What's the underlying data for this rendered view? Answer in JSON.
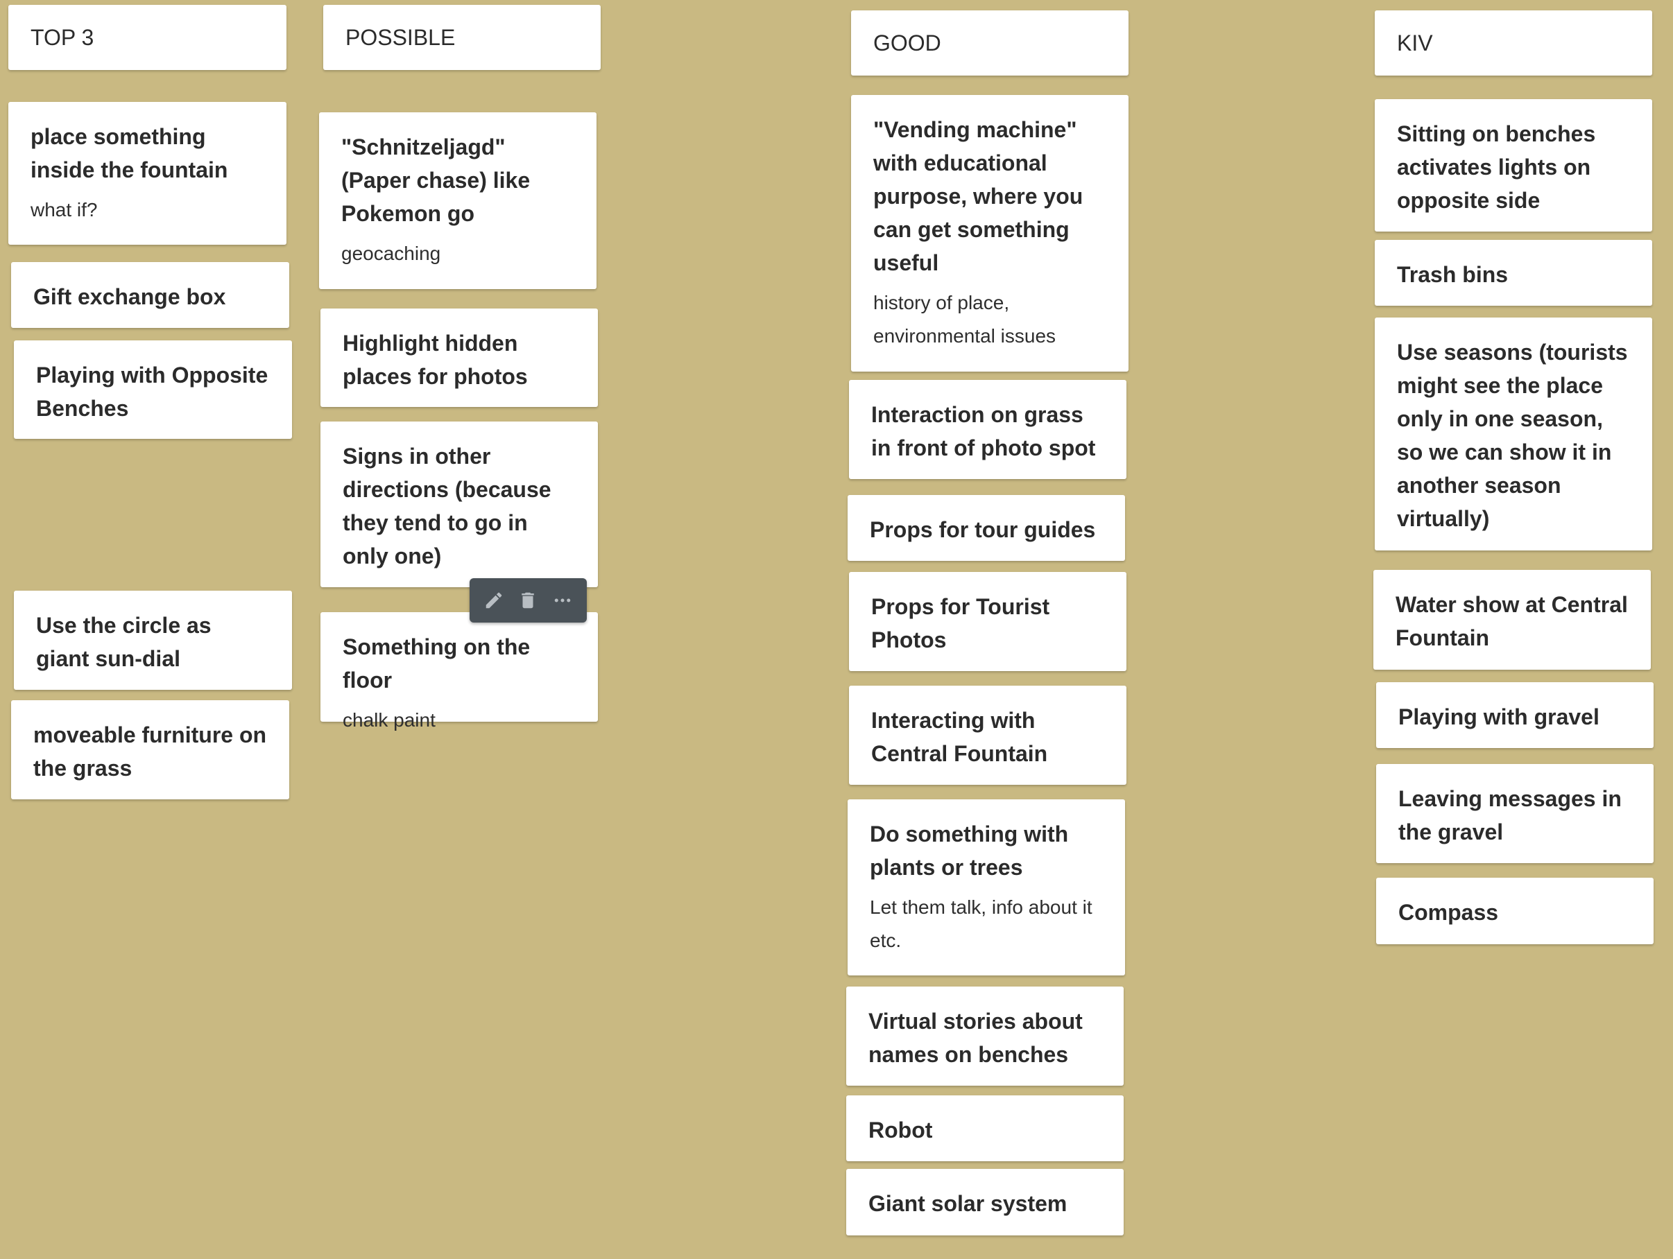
{
  "columns": [
    {
      "header": "TOP 3",
      "cards": [
        {
          "title": "place something inside the fountain",
          "note": "what if?"
        },
        {
          "title": "Gift exchange box",
          "note": ""
        },
        {
          "title": "Playing with Opposite Benches",
          "note": ""
        },
        {
          "title": "Use the circle as giant sun-dial",
          "note": ""
        },
        {
          "title": "moveable furniture on the grass",
          "note": ""
        }
      ]
    },
    {
      "header": "POSSIBLE",
      "cards": [
        {
          "title": "\"Schnitzeljagd\" (Paper chase) like Pokemon go",
          "note": "geocaching"
        },
        {
          "title": "Highlight hidden places for photos",
          "note": ""
        },
        {
          "title": "Signs in other directions (because they tend to go in only one)",
          "note": ""
        },
        {
          "title": "Something on the floor",
          "note": "chalk paint"
        }
      ]
    },
    {
      "header": "GOOD",
      "cards": [
        {
          "title": "\"Vending machine\" with educational purpose, where you can get something useful",
          "note": "history of place, environmental issues"
        },
        {
          "title": "Interaction on grass in front of photo spot",
          "note": ""
        },
        {
          "title": "Props for tour guides",
          "note": ""
        },
        {
          "title": "Props for Tourist Photos",
          "note": ""
        },
        {
          "title": "Interacting with Central Fountain",
          "note": ""
        },
        {
          "title": "Do something with plants or trees",
          "note": "Let them talk, info about it etc."
        },
        {
          "title": "Virtual stories about names on benches",
          "note": ""
        },
        {
          "title": "Robot",
          "note": ""
        },
        {
          "title": "Giant solar system",
          "note": ""
        }
      ]
    },
    {
      "header": "KIV",
      "cards": [
        {
          "title": "Sitting on benches activates lights on opposite side",
          "note": ""
        },
        {
          "title": "Trash bins",
          "note": ""
        },
        {
          "title": "Use seasons (tourists might see the place only in one season, so we can show it in another season virtually)",
          "note": ""
        },
        {
          "title": "Water show at Central Fountain",
          "note": ""
        },
        {
          "title": "Playing with gravel",
          "note": ""
        },
        {
          "title": "Leaving messages in the gravel",
          "note": ""
        },
        {
          "title": "Compass",
          "note": ""
        }
      ]
    }
  ],
  "card_toolbar": {
    "icons": [
      "edit-icon",
      "trash-icon",
      "more-icon"
    ],
    "color": "#4a5258"
  },
  "colors": {
    "background": "#c9b982",
    "card": "#ffffff",
    "text": "#2b2b2b"
  }
}
